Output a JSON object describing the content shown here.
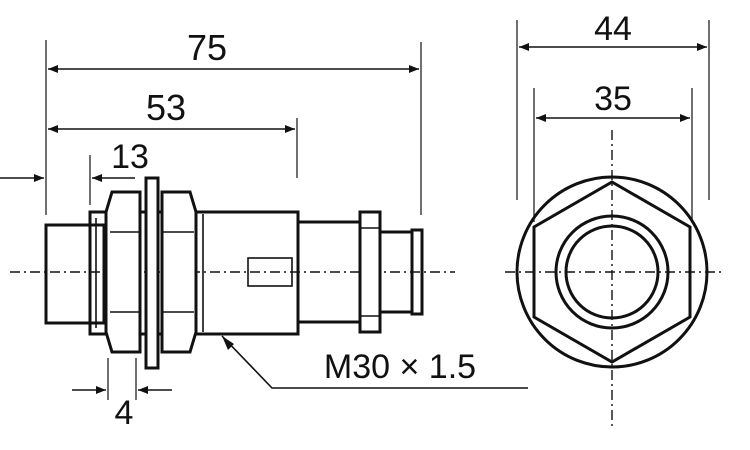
{
  "drawing": {
    "dimensions": {
      "overall_length": "75",
      "thread_length": "53",
      "nut_offset": "13",
      "nut_thickness": "4",
      "hex_across_corners": "44",
      "hex_across_flats": "35"
    },
    "thread_spec": "M30 × 1.5"
  }
}
